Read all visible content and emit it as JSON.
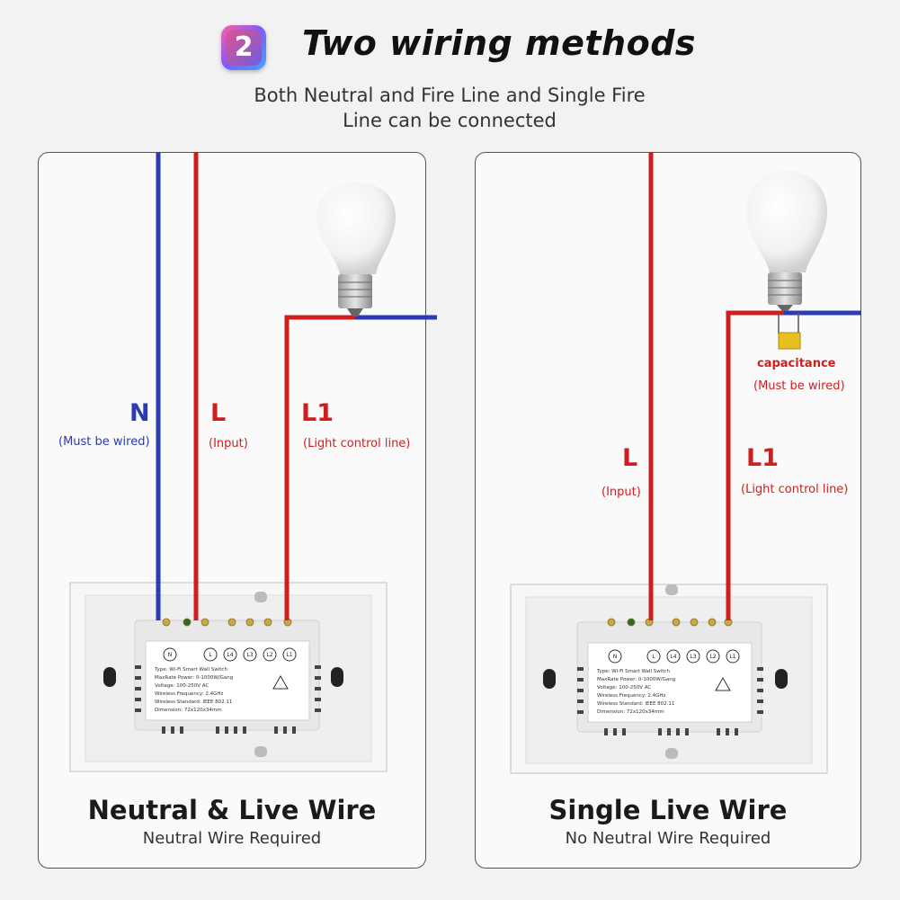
{
  "header": {
    "badge_number": "2",
    "title": "Two wiring methods",
    "subtitle_line1": "Both Neutral and Fire Line and Single Fire",
    "subtitle_line2": "Line can be connected"
  },
  "colors": {
    "neutral_wire": "#2a3bb5",
    "live_wire": "#d01e1e",
    "panel_border": "#555555",
    "capacitor": "#e8c020"
  },
  "left_panel": {
    "labels": {
      "n": "N",
      "n_note": "(Must be wired)",
      "l": "L",
      "l_note": "(Input)",
      "l1": "L1",
      "l1_note": "(Light control line)"
    },
    "footer_title": "Neutral & Live Wire",
    "footer_sub": "Neutral Wire Required"
  },
  "right_panel": {
    "labels": {
      "capacitance": "capacitance",
      "capacitance_note": "(Must be wired)",
      "l": "L",
      "l_note": "(Input)",
      "l1": "L1",
      "l1_note": "(Light control line)"
    },
    "footer_title": "Single Live Wire",
    "footer_sub": "No Neutral Wire Required"
  },
  "switch_label": {
    "terminals": [
      "N",
      "L",
      "L4",
      "L3",
      "L2",
      "L1"
    ],
    "line1": "Type: Wi-Fi Smart Wall Switch",
    "line2": "MaxRate Power: 0-1000W/Gang",
    "line3": "Voltage: 100-250V AC",
    "line4": "Wireless Frequency: 2.4GHz",
    "line5": "Wireless Standard: IEEE 802.11",
    "line6": "Dimension: 72x120x34mm"
  }
}
